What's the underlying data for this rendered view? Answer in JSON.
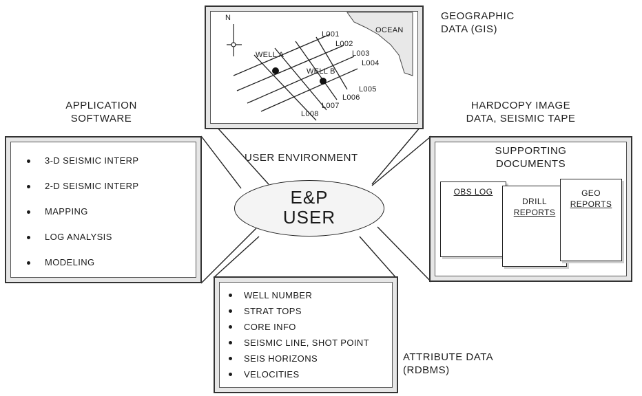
{
  "captions": {
    "geographic_line1": "GEOGRAPHIC",
    "geographic_line2": "DATA (GIS)",
    "application_line1": "APPLICATION",
    "application_line2": "SOFTWARE",
    "hardcopy_line1": "HARDCOPY IMAGE",
    "hardcopy_line2": "DATA, SEISMIC TAPE",
    "attribute_line1": "ATTRIBUTE DATA",
    "attribute_line2": "(RDBMS)",
    "user_environment": "USER ENVIRONMENT"
  },
  "center": {
    "line1": "E&P",
    "line2": "USER"
  },
  "map": {
    "north": "N",
    "ocean": "OCEAN",
    "wells": [
      "WELL A",
      "WELL B"
    ],
    "lines": [
      "L001",
      "L002",
      "L003",
      "L004",
      "L005",
      "L006",
      "L007",
      "L008"
    ]
  },
  "application_software": [
    "3-D SEISMIC INTERP",
    "2-D SEISMIC INTERP",
    "MAPPING",
    "LOG ANALYSIS",
    "MODELING"
  ],
  "supporting_documents": {
    "title_line1": "SUPPORTING",
    "title_line2": "DOCUMENTS",
    "docs": [
      {
        "line1": "OBS LOG",
        "line2": ""
      },
      {
        "line1": "DRILL",
        "line2": "REPORTS"
      },
      {
        "line1": "GEO",
        "line2": "REPORTS"
      }
    ]
  },
  "attribute_data": [
    "WELL NUMBER",
    "STRAT TOPS",
    "CORE INFO",
    "SEISMIC LINE,  SHOT POINT",
    "SEIS HORIZONS",
    "VELOCITIES"
  ]
}
